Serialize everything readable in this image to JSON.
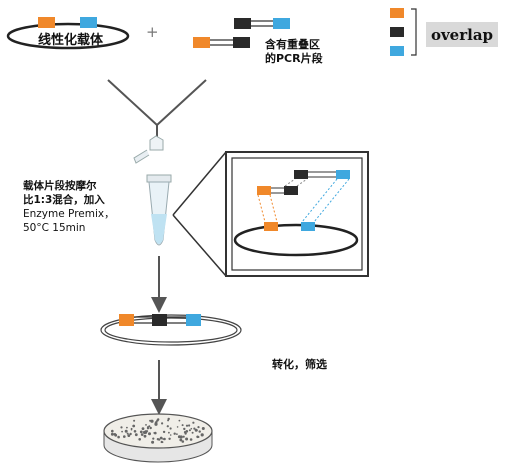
{
  "labels": {
    "vector": "线性化载体",
    "plus": "+",
    "pcr_line1": "含有重叠区",
    "pcr_line2": "的PCR片段",
    "overlap": "overlap",
    "mix_line1": "载体片段按摩尔",
    "mix_line2": "比1:3混合，加入",
    "mix_line3": "Enzyme Premix，",
    "mix_line4": "50°C 15min",
    "transform": "转化，筛选"
  },
  "colors": {
    "orange": "#f0882a",
    "blue": "#3fa8df",
    "black": "#2a2a2a",
    "gray": "#555555",
    "overlap_bg": "#d9d9d9"
  },
  "icons": [
    "plasmid-ring",
    "pcr-fragment",
    "merge-arrow",
    "eppendorf-tube",
    "petri-dish"
  ]
}
